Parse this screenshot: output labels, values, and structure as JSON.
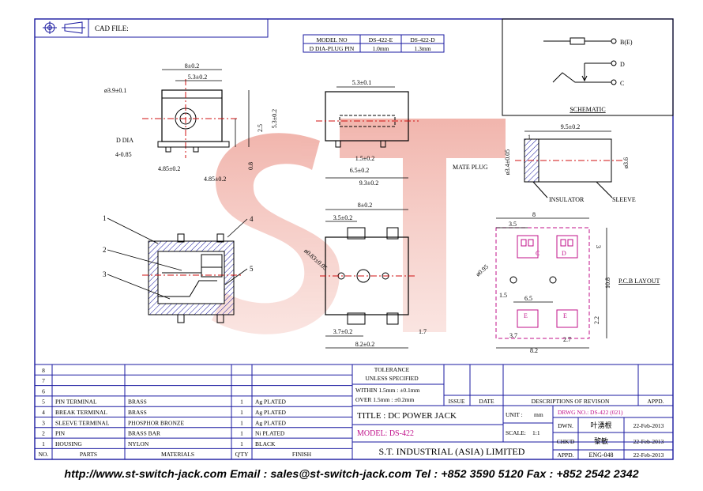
{
  "header": {
    "cad_label": "CAD FILE:"
  },
  "model_table": {
    "headers": [
      "MODEL NO",
      "DS-422-E",
      "DS-422-D"
    ],
    "row": [
      "D DIA-PLUG PIN",
      "1.0mm",
      "1.3mm"
    ]
  },
  "schematic": {
    "title": "SCHEMATIC",
    "pins": [
      "B(E)",
      "D",
      "C"
    ]
  },
  "front_view": {
    "labels": {
      "w8": "8±0.2",
      "w53": "5.3±0.2",
      "dia39": "ø3.9±0.1",
      "ddia": "D DIA",
      "h53": "5.3±0.2",
      "h25": "2.5",
      "h08": "0.8",
      "l4085": "4-0.85",
      "w485a": "4.85±0.2",
      "w485b": "4.85±0.2"
    }
  },
  "side_view": {
    "labels": {
      "w53": "5.3±0.1",
      "w15": "1.5±0.2",
      "w65": "6.5±0.2",
      "w93": "9.3±0.2"
    }
  },
  "plug": {
    "labels": {
      "w95": "9.5±0.2",
      "w1": "1",
      "dia34": "ø3.4±0.05",
      "dia36": "ø3.6",
      "mate": "MATE PLUG",
      "insulator": "INSULATOR",
      "sleeve": "SLEEVE"
    }
  },
  "section_view": {
    "callouts": [
      "1",
      "2",
      "3",
      "4",
      "5"
    ]
  },
  "bottom_view": {
    "labels": {
      "w8": "8±0.2",
      "w35": "3.5±0.2",
      "dia083": "ø0.83±0.05",
      "w37": "3.7±0.2",
      "w17": "1.7",
      "w82": "8.2±0.2"
    }
  },
  "pcb": {
    "title": "P.C.B LAYOUT",
    "labels": {
      "w35": "3.5",
      "w8": "8",
      "h3": "3",
      "dia095": "ø0.95",
      "w15": "1.5",
      "w65": "6.5",
      "h108": "10.8",
      "h22": "2.2",
      "w37": "3.7",
      "w27": "2.7",
      "w82": "8.2"
    },
    "pads": [
      "C",
      "D",
      "E",
      "E"
    ]
  },
  "watermark": "ST",
  "bom": {
    "headers": [
      "NO.",
      "PARTS",
      "MATERIALS",
      "Q'TY",
      "FINISH"
    ],
    "rows": [
      {
        "no": "8",
        "part": "",
        "material": "",
        "qty": "",
        "finish": ""
      },
      {
        "no": "7",
        "part": "",
        "material": "",
        "qty": "",
        "finish": ""
      },
      {
        "no": "6",
        "part": "",
        "material": "",
        "qty": "",
        "finish": ""
      },
      {
        "no": "5",
        "part": "PIN TERMINAL",
        "material": "BRASS",
        "qty": "1",
        "finish": "Ag PLATED"
      },
      {
        "no": "4",
        "part": "BREAK TERMINAL",
        "material": "BRASS",
        "qty": "1",
        "finish": "Ag PLATED"
      },
      {
        "no": "3",
        "part": "SLEEVE TERMINAL",
        "material": "PHOSPHOR BRONZE",
        "qty": "1",
        "finish": "Ag PLATED"
      },
      {
        "no": "2",
        "part": "PIN",
        "material": "BRASS BAR",
        "qty": "1",
        "finish": "Ni PLATED"
      },
      {
        "no": "1",
        "part": "HOUSING",
        "material": "NYLON",
        "qty": "1",
        "finish": "BLACK"
      }
    ]
  },
  "tolerance": {
    "title": "TOLERANCE",
    "sub": "UNLESS   SPECIFIED",
    "within": "WITHIN  1.5mm : ±0.1mm",
    "over": "OVER    1.5mm : ±0.2mm"
  },
  "revision": {
    "issue": "ISSUE",
    "date": "DATE",
    "desc": "DESCRIPTIONS  OF  REVISON",
    "appd": "APPD."
  },
  "title_block": {
    "title": "TITLE : DC POWER JACK",
    "model": "MODEL: DS-422",
    "company": "S.T.  INDUSTRIAL  (ASIA)  LIMITED",
    "unit_label": "UNIT :",
    "unit": "mm",
    "scale_label": "SCALE:",
    "scale": "1:1",
    "drwg": "DRWG NO.: DS-422 (021)",
    "dwn_label": "DWN.",
    "dwn": "叶湧根",
    "dwn_date": "22-Feb-2013",
    "chk_label": "CHK'D",
    "chk": "黎敏",
    "chk_date": "22-Feb-2013",
    "appd_label": "APPD.",
    "appd": "ENG-048",
    "appd_date": "22-Feb-2013"
  },
  "footer": "http://www.st-switch-jack.com  Email : sales@st-switch-jack.com  Tel : +852 3590 5120  Fax : +852 2542 2342",
  "colors": {
    "frame": "#1a1aa0",
    "centerline": "#d01010",
    "pcb": "#c0108a",
    "watermark": "#e88a7a"
  }
}
